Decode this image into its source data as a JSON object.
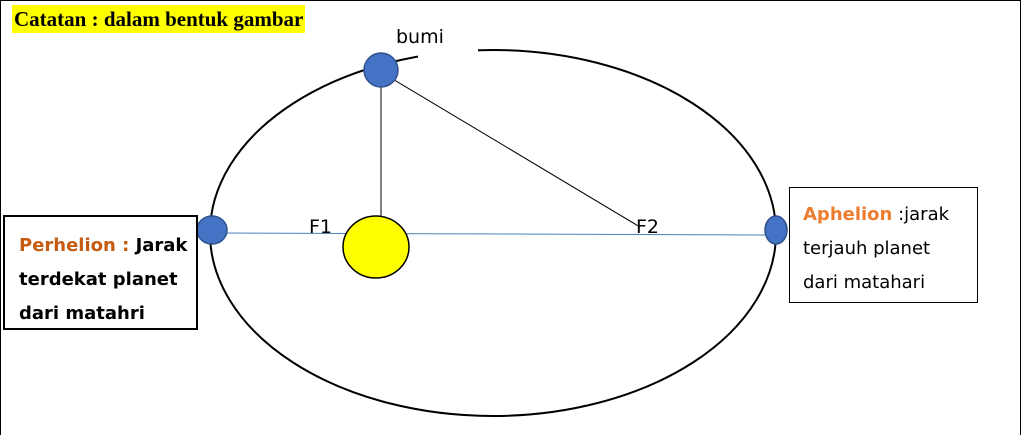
{
  "title": "Catatan : dalam bentuk gambar",
  "labels": {
    "bumi": "bumi",
    "f1": "F1",
    "f2": "F2"
  },
  "perihelion": {
    "term": "Perhelion :",
    "desc_1": " Jarak",
    "desc_2": "terdekat planet",
    "desc_3": "dari matahri"
  },
  "aphelion": {
    "term": "Aphelion",
    "desc_1": " :jarak",
    "desc_2": "terjauh planet",
    "desc_3": "dari matahari"
  },
  "colors": {
    "planet": "#4472c4",
    "sun": "#ffff00",
    "title_highlight": "#ffff00",
    "perihelion_term": "#c55a11",
    "aphelion_term": "#ed7d31",
    "axis_line": "#4a7ebb"
  }
}
